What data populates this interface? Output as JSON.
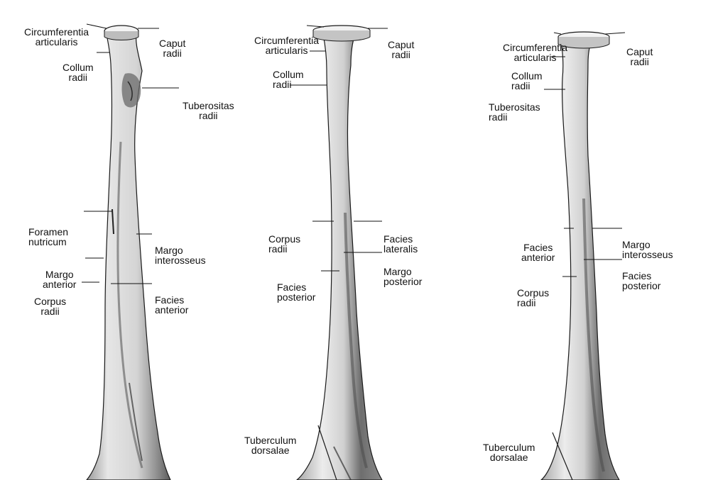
{
  "figure": {
    "panels": [
      {
        "view": "anterior",
        "labels": {
          "circumferentia": [
            "Circumferentia",
            "articularis"
          ],
          "caput": [
            "Caput",
            "radii"
          ],
          "collum": [
            "Collum",
            "radii"
          ],
          "tuberositas": [
            "Tuberositas",
            "radii"
          ],
          "foramen": [
            "Foramen",
            "nutricum"
          ],
          "margo_interosseus": [
            "Margo",
            "interosseus"
          ],
          "margo_anterior": [
            "Margo",
            "anterior"
          ],
          "corpus": [
            "Corpus",
            "radii"
          ],
          "facies_anterior": [
            "Facies",
            "anterior"
          ]
        }
      },
      {
        "view": "lateral",
        "labels": {
          "circumferentia": [
            "Circumferentia",
            "articularis"
          ],
          "caput": [
            "Caput",
            "radii"
          ],
          "collum": [
            "Collum",
            "radii"
          ],
          "corpus": [
            "Corpus",
            "radii"
          ],
          "facies_lateralis": [
            "Facies",
            "lateralis"
          ],
          "margo_posterior": [
            "Margo",
            "posterior"
          ],
          "facies_posterior": [
            "Facies",
            "posterior"
          ],
          "tuberculum": [
            "Tuberculum",
            "dorsalae"
          ]
        }
      },
      {
        "view": "posterior",
        "labels": {
          "circumferentia": [
            "Circumferentia",
            "articularis"
          ],
          "caput": [
            "Caput",
            "radii"
          ],
          "collum": [
            "Collum",
            "radii"
          ],
          "tuberositas": [
            "Tuberositas",
            "radii"
          ],
          "facies_anterior": [
            "Facies",
            "anterior"
          ],
          "margo_interosseus": [
            "Margo",
            "interosseus"
          ],
          "facies_posterior": [
            "Facies",
            "posterior"
          ],
          "corpus": [
            "Corpus",
            "radii"
          ],
          "tuberculum": [
            "Tuberculum",
            "dorsalae"
          ]
        }
      }
    ],
    "colors": {
      "bone_light": "#e8e8e8",
      "bone_shade": "#8a8a8a",
      "outline": "#1a1a1a"
    }
  }
}
